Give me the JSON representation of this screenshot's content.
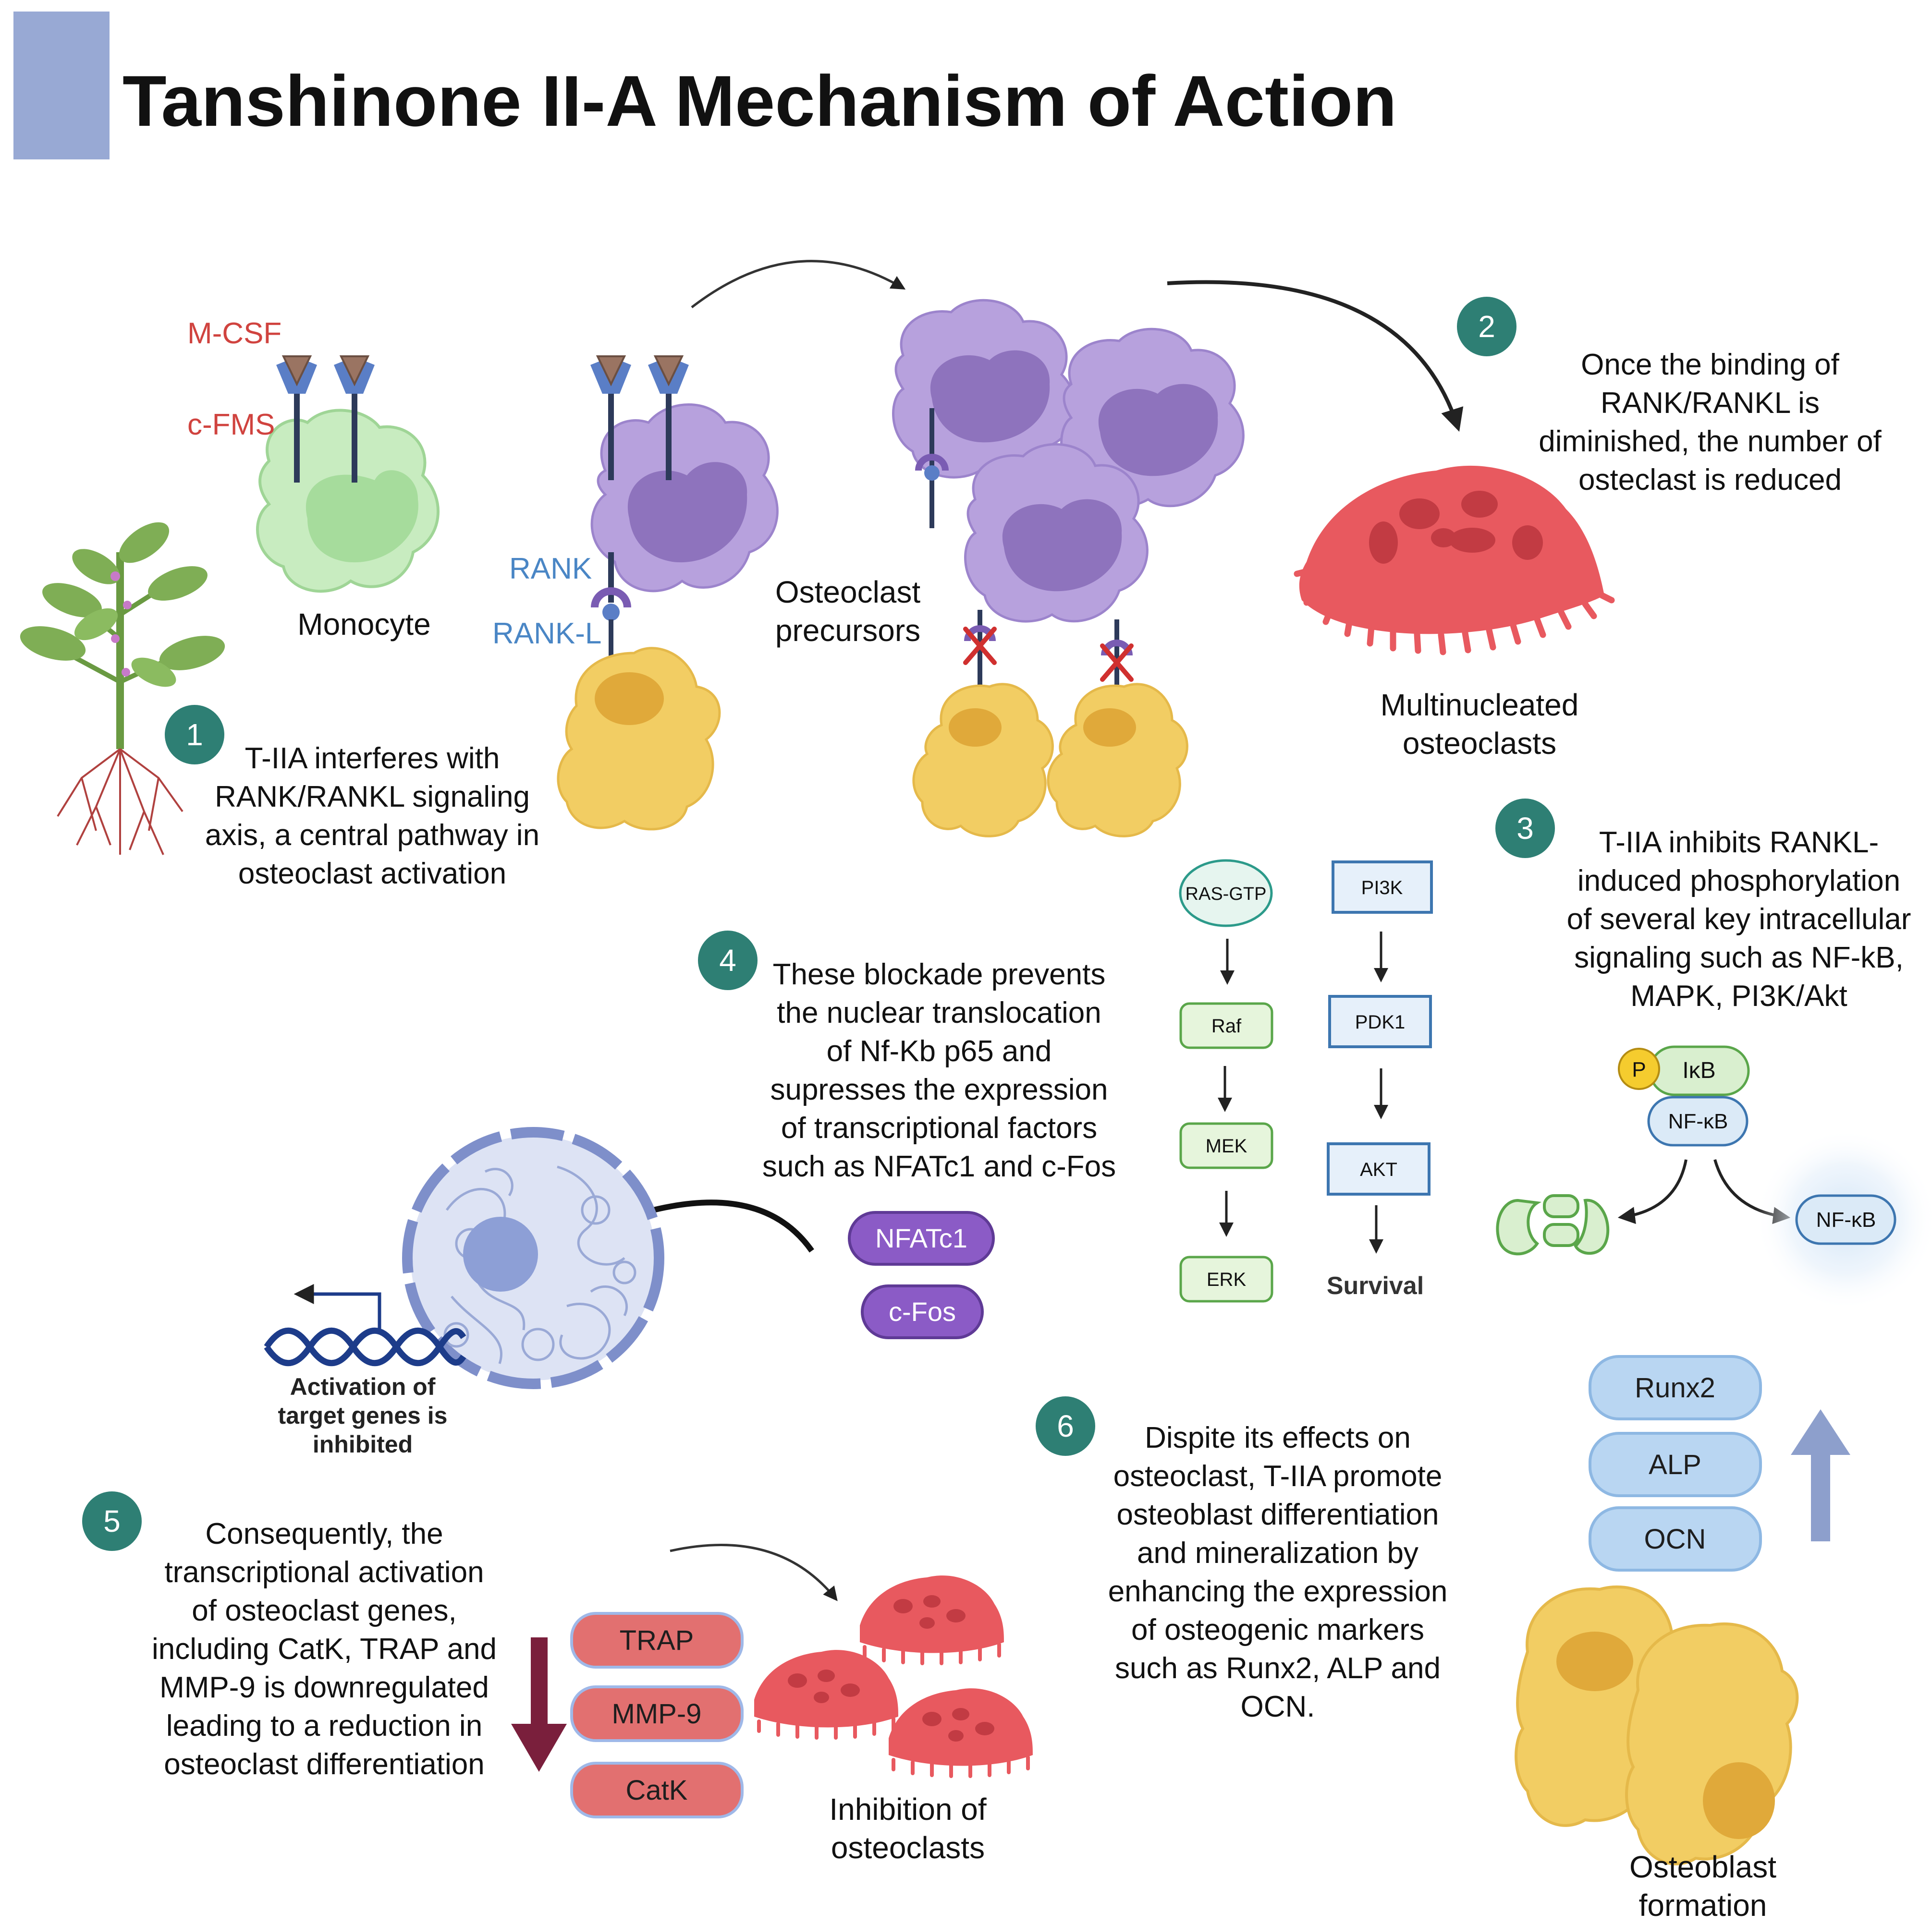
{
  "title": "Tanshinone II-A Mechanism of Action",
  "colors": {
    "title_bar": "#98a9d4",
    "step_badge": "#2e7f74",
    "monocyte": "#c8ecc0",
    "precursor": "#b7a1dd",
    "osteoclast": "#e8595f",
    "osteoblast": "#f2cd63",
    "receptor_blue": "#5a7ec6",
    "ligand_brown": "#9a7462",
    "label_red": "#d0433f",
    "label_blue": "#4a86c5",
    "nfatc1": "#8b5bc6",
    "trap_box": "#e27070",
    "runx_box": "#b9d6f2",
    "arrow_down": "#7a1f3c",
    "arrow_up": "#8d9fcc"
  },
  "labels": {
    "mcsf": "M-CSF",
    "cfms": "c-FMS",
    "monocyte": "Monocyte",
    "rank": "RANK",
    "rankl": "RANK-L",
    "precursors_1": "Osteoclast",
    "precursors_2": "precursors",
    "multinucleated_1": "Multinucleated",
    "multinucleated_2": "osteoclasts",
    "activation_1": "Activation of",
    "activation_2": "target genes is",
    "activation_3": "inhibited",
    "inhibition_1": "Inhibition of",
    "inhibition_2": "osteoclasts",
    "osteoblast_1": "Osteoblast",
    "osteoblast_2": "formation"
  },
  "steps": [
    {
      "num": "1",
      "lines": [
        "T-IIA interferes with",
        "RANK/RANKL signaling",
        "axis, a central pathway in",
        "osteoclast activation"
      ]
    },
    {
      "num": "2",
      "lines": [
        "Once the binding of",
        "RANK/RANKL is",
        "diminished, the number of",
        "osteclast is reduced"
      ]
    },
    {
      "num": "3",
      "lines": [
        "T-IIA inhibits RANKL-",
        "induced phosphorylation",
        "of several key intracellular",
        "signaling such as NF-kB,",
        "MAPK, PI3K/Akt"
      ]
    },
    {
      "num": "4",
      "lines": [
        "These blockade prevents",
        "the nuclear translocation",
        "of Nf-Kb p65 and",
        "supresses the expression",
        "of transcriptional factors",
        "such as NFATc1 and c-Fos"
      ]
    },
    {
      "num": "5",
      "lines": [
        "Consequently, the",
        "transcriptional activation",
        "of osteoclast genes,",
        "including CatK, TRAP and",
        "MMP-9 is downregulated",
        "leading to a reduction in",
        "osteoclast differentiation"
      ]
    },
    {
      "num": "6",
      "lines": [
        "Dispite its effects on",
        "osteoclast, T-IIA promote",
        "osteoblast differentiation",
        "and mineralization by",
        "enhancing the expression",
        "of osteogenic markers",
        "such as Runx2, ALP and",
        "OCN."
      ]
    }
  ],
  "mapk": [
    "RAS-GTP",
    "Raf",
    "MEK",
    "ERK"
  ],
  "pi3k": [
    "PI3K",
    "PDK1",
    "AKT",
    "Survival"
  ],
  "nfkb": {
    "p": "P",
    "ikb": "IκB",
    "nfkb": "NF-κB",
    "nfkb_free": "NF-κB"
  },
  "tf": [
    "NFATc1",
    "c-Fos"
  ],
  "osteoclast_genes": [
    "TRAP",
    "MMP-9",
    "CatK"
  ],
  "osteogenic_markers": [
    "Runx2",
    "ALP",
    "OCN"
  ]
}
